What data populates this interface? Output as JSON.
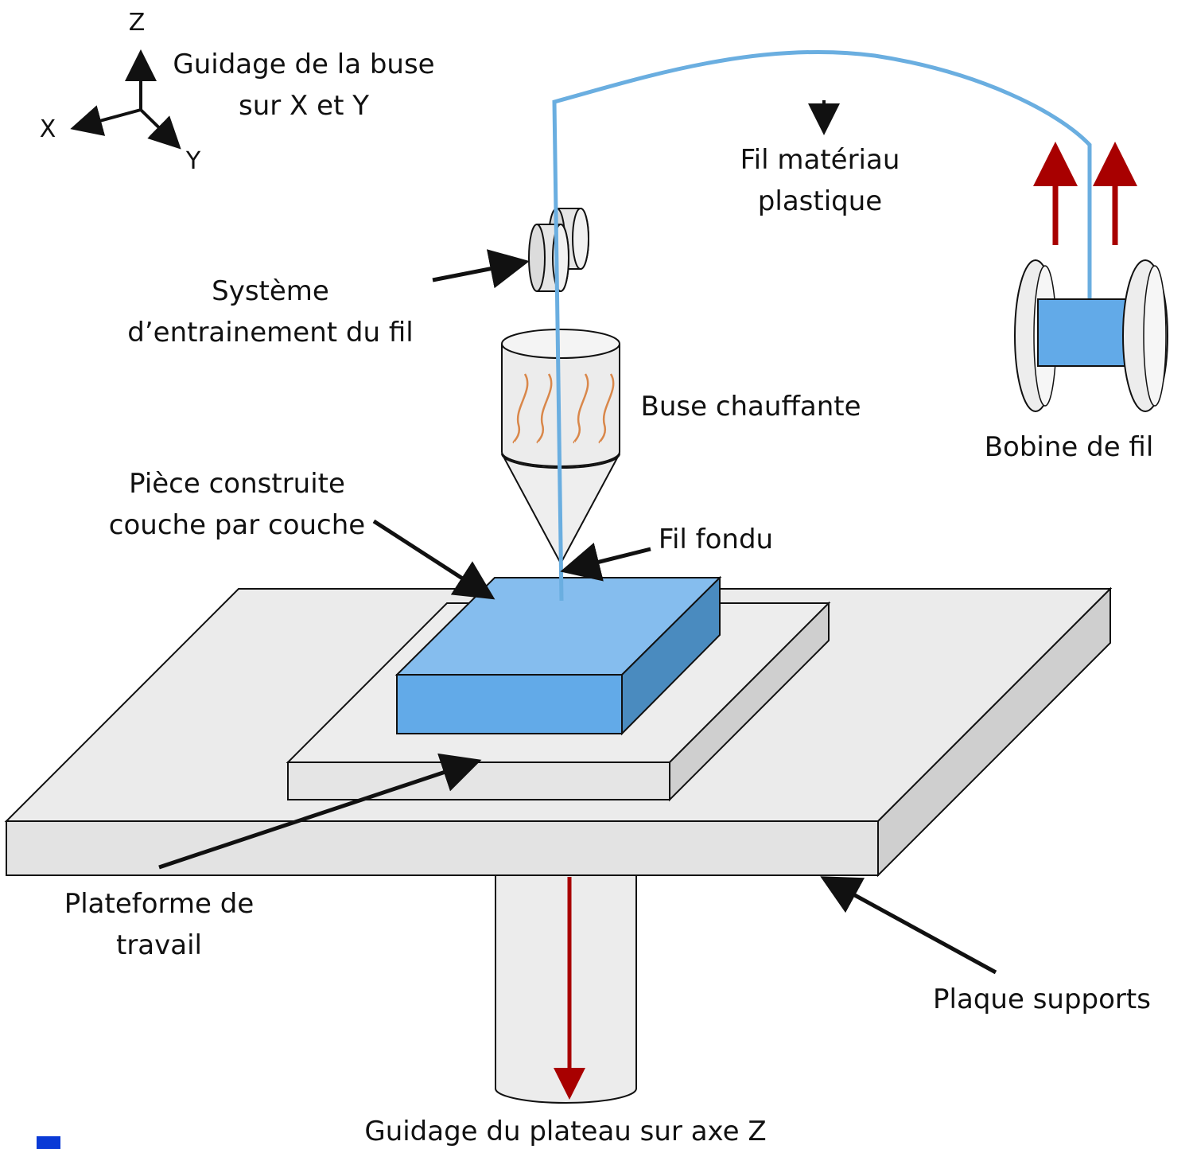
{
  "diagram": {
    "axes": {
      "z": "Z",
      "x": "X",
      "y": "Y"
    },
    "labels": {
      "guidage_buse_1": "Guidage de la buse",
      "guidage_buse_2": "sur X et Y",
      "fil_materiau_1": "Fil matériau",
      "fil_materiau_2": "plastique",
      "systeme_1": "Système",
      "systeme_2": "d’entrainement du fil",
      "buse": "Buse chauffante",
      "bobine": "Bobine de fil",
      "piece_1": "Pièce construite",
      "piece_2": "couche par couche",
      "fil_fondu": "Fil fondu",
      "plateforme_1": "Plateforme de",
      "plateforme_2": "travail",
      "plaque": "Plaque supports",
      "guidage_plateau": "Guidage du plateau sur axe Z"
    },
    "colors": {
      "filament": "#6aaee0",
      "part_top": "#85bdee",
      "part_front": "#62aae8",
      "part_side": "#4a8bbf",
      "plate": "#e8e8e8",
      "plate_edge": "#cfcfcf",
      "arrow_red": "#a80000",
      "heater_coil": "#d9874a",
      "outline": "#111111"
    }
  }
}
